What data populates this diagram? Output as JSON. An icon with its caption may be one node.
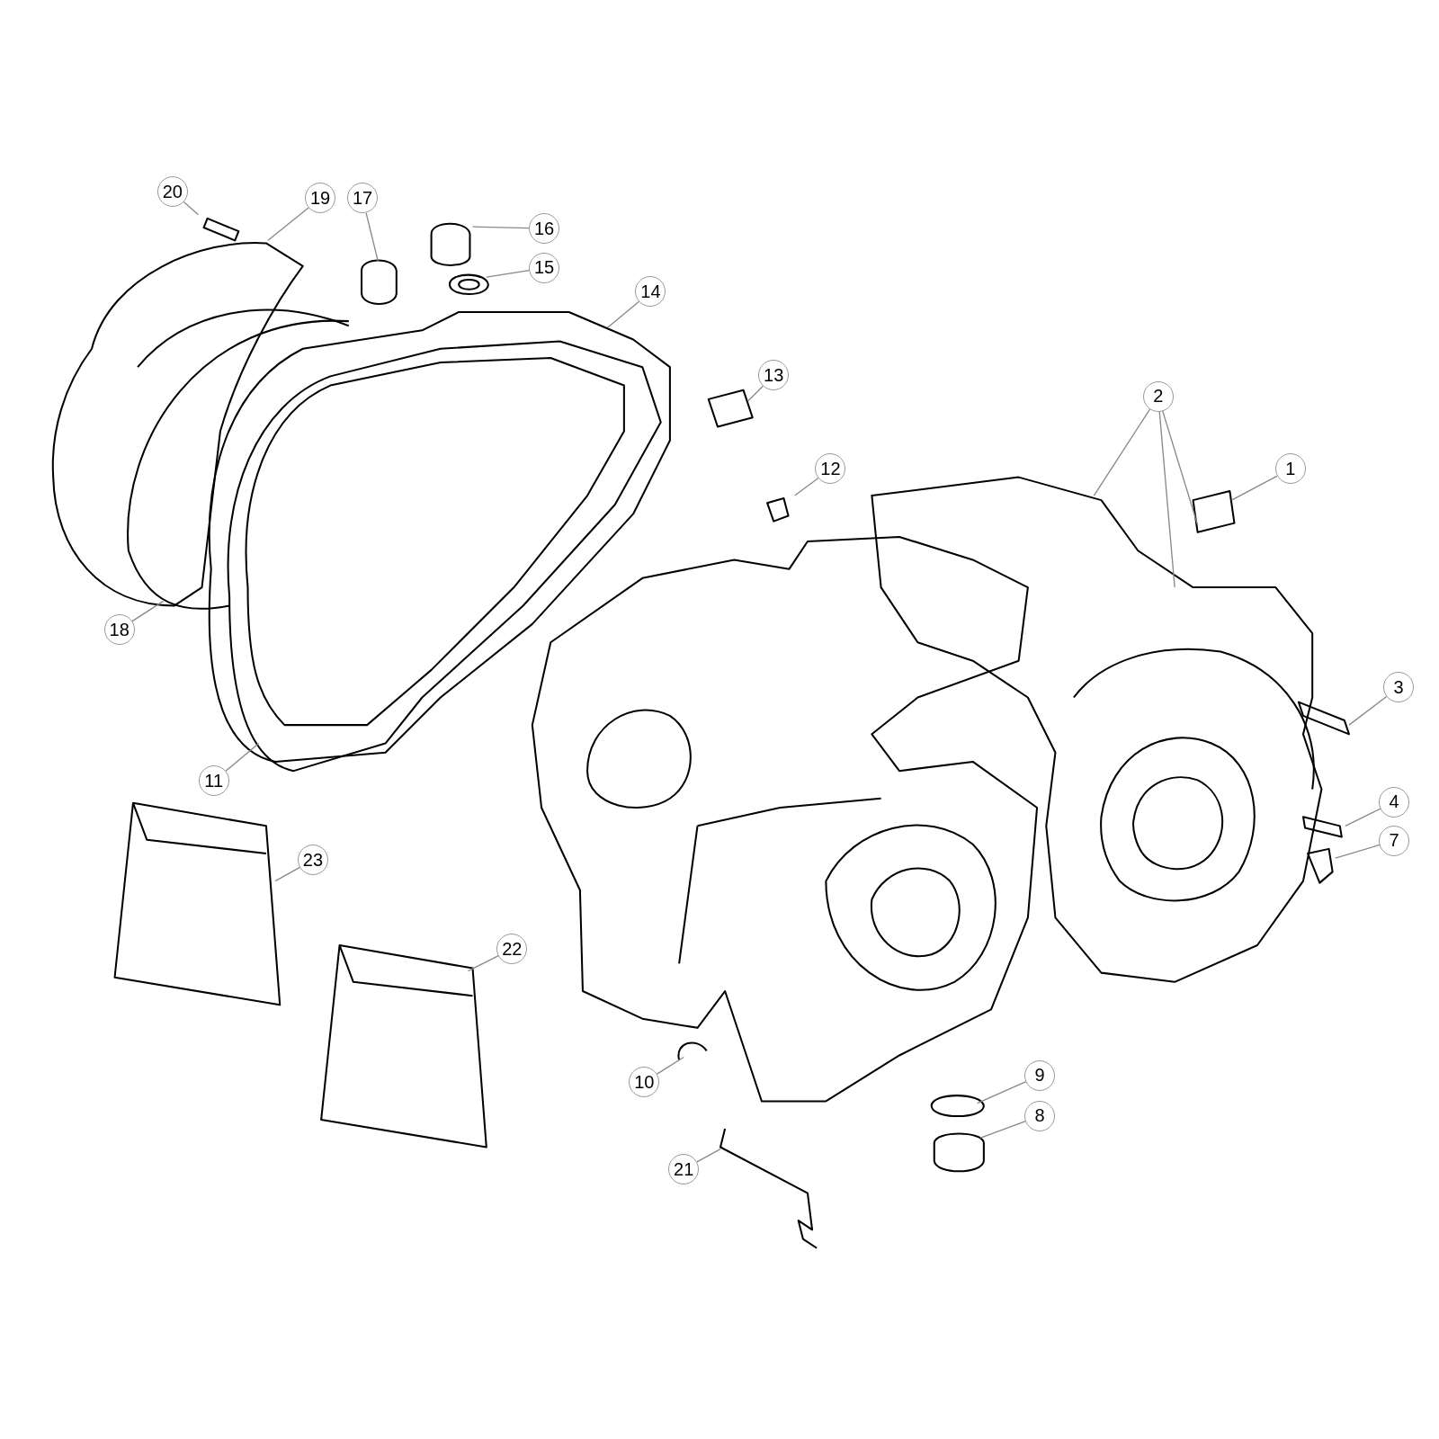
{
  "diagram": {
    "nodes": [
      {
        "text": [
          "20"
        ]
      },
      {
        "text": [
          "19"
        ]
      },
      {
        "text": [
          "17"
        ]
      },
      {
        "text": [
          "16"
        ]
      },
      {
        "text": [
          "15"
        ]
      },
      {
        "text": [
          "14"
        ]
      },
      {
        "text": [
          "13"
        ]
      },
      {
        "text": [
          "2"
        ]
      },
      {
        "text": [
          "1"
        ]
      },
      {
        "text": [
          "12"
        ]
      },
      {
        "text": [
          "18"
        ]
      },
      {
        "text": [
          "3"
        ]
      },
      {
        "text": [
          "11"
        ]
      },
      {
        "text": [
          "4"
        ]
      },
      {
        "text": [
          "7"
        ]
      },
      {
        "text": [
          "23"
        ]
      },
      {
        "text": [
          "22"
        ]
      },
      {
        "text": [
          "10"
        ]
      },
      {
        "text": [
          "9"
        ]
      },
      {
        "text": [
          "8"
        ]
      },
      {
        "text": [
          "21"
        ]
      }
    ],
    "edges": [
      {
        "from": 0,
        "to": null,
        "arrow": "none"
      },
      {
        "from": 1,
        "to": null,
        "arrow": "none"
      },
      {
        "from": 2,
        "to": null,
        "arrow": "none"
      },
      {
        "from": 3,
        "to": null,
        "arrow": "none"
      },
      {
        "from": 4,
        "to": null,
        "arrow": "none"
      },
      {
        "from": 5,
        "to": null,
        "arrow": "none"
      },
      {
        "from": 6,
        "to": null,
        "arrow": "none"
      },
      {
        "from": 7,
        "to": null,
        "arrow": "none"
      },
      {
        "from": 7,
        "to": null,
        "arrow": "none"
      },
      {
        "from": 7,
        "to": null,
        "arrow": "none"
      },
      {
        "from": 8,
        "to": null,
        "arrow": "none"
      },
      {
        "from": 9,
        "to": null,
        "arrow": "none"
      },
      {
        "from": 10,
        "to": null,
        "arrow": "none"
      },
      {
        "from": 11,
        "to": null,
        "arrow": "none"
      },
      {
        "from": 12,
        "to": null,
        "arrow": "none"
      },
      {
        "from": 13,
        "to": null,
        "arrow": "none"
      },
      {
        "from": 14,
        "to": null,
        "arrow": "none"
      },
      {
        "from": 15,
        "to": null,
        "arrow": "none"
      },
      {
        "from": 16,
        "to": null,
        "arrow": "none"
      },
      {
        "from": 17,
        "to": null,
        "arrow": "none"
      },
      {
        "from": 18,
        "to": null,
        "arrow": "none"
      },
      {
        "from": 19,
        "to": null,
        "arrow": "none"
      },
      {
        "from": 20,
        "to": null,
        "arrow": "none"
      }
    ]
  }
}
